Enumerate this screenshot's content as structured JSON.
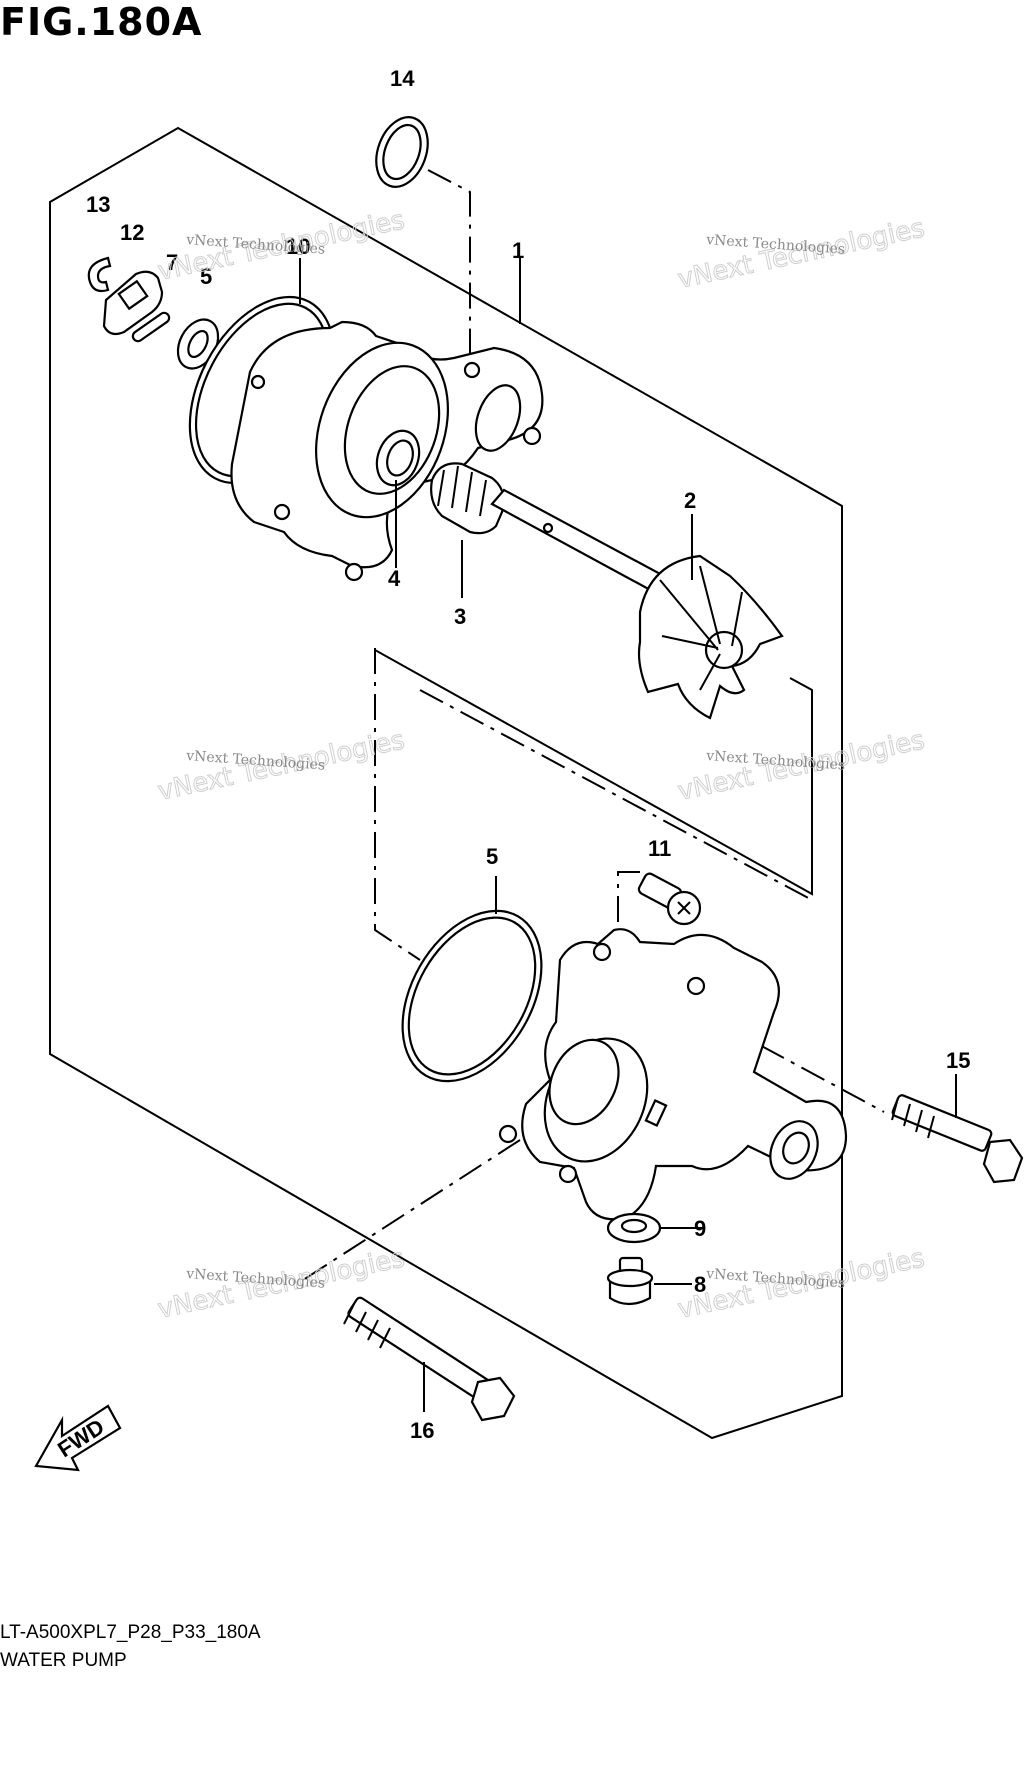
{
  "figure_title": "FIG.180A",
  "callouts": {
    "c1": "1",
    "c2": "2",
    "c3": "3",
    "c4": "4",
    "c5a": "5",
    "c5b": "5",
    "c7": "7",
    "c8": "8",
    "c9": "9",
    "c10": "10",
    "c11": "11",
    "c12": "12",
    "c13": "13",
    "c14": "14",
    "c15": "15",
    "c16": "16"
  },
  "watermark": {
    "small": "vNext Technologies",
    "big": "vNext Technologies"
  },
  "fwd_label": "FWD",
  "footer": {
    "code": "LT-A500XPL7_P28_P33_180A",
    "name": "WATER PUMP"
  }
}
